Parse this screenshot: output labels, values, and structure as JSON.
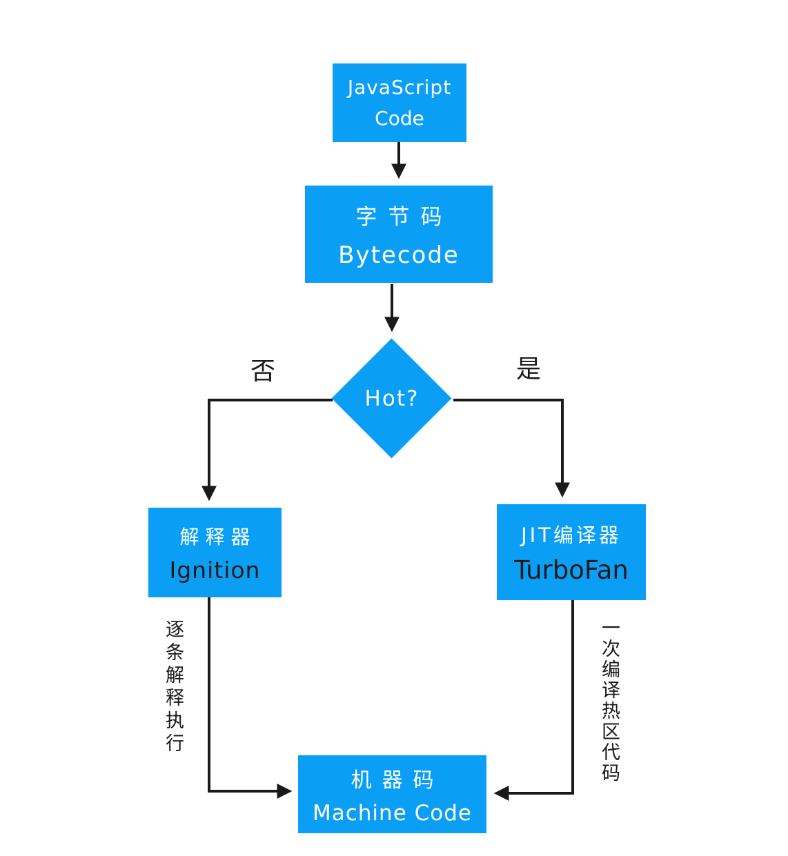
{
  "colors": {
    "node_fill": "#0a9ff5",
    "wire": "#1a1a1a",
    "text_on_node": "#ffffff",
    "text_dark": "#1a1a1a"
  },
  "nodes": {
    "js_code": {
      "line1": "JavaScript",
      "line2": "Code"
    },
    "bytecode": {
      "zh": "字节码",
      "en": "Bytecode"
    },
    "hot_check": {
      "label": "Hot?"
    },
    "ignition": {
      "zh": "解释器",
      "en": "Ignition"
    },
    "turbofan": {
      "zh": "JIT编译器",
      "en": "TurboFan"
    },
    "machine_code": {
      "zh": "机器码",
      "en": "Machine Code"
    }
  },
  "edge_labels": {
    "no": "否",
    "yes": "是",
    "ignition_note": "逐条解释执行",
    "turbofan_note": "一次编译热区代码"
  }
}
